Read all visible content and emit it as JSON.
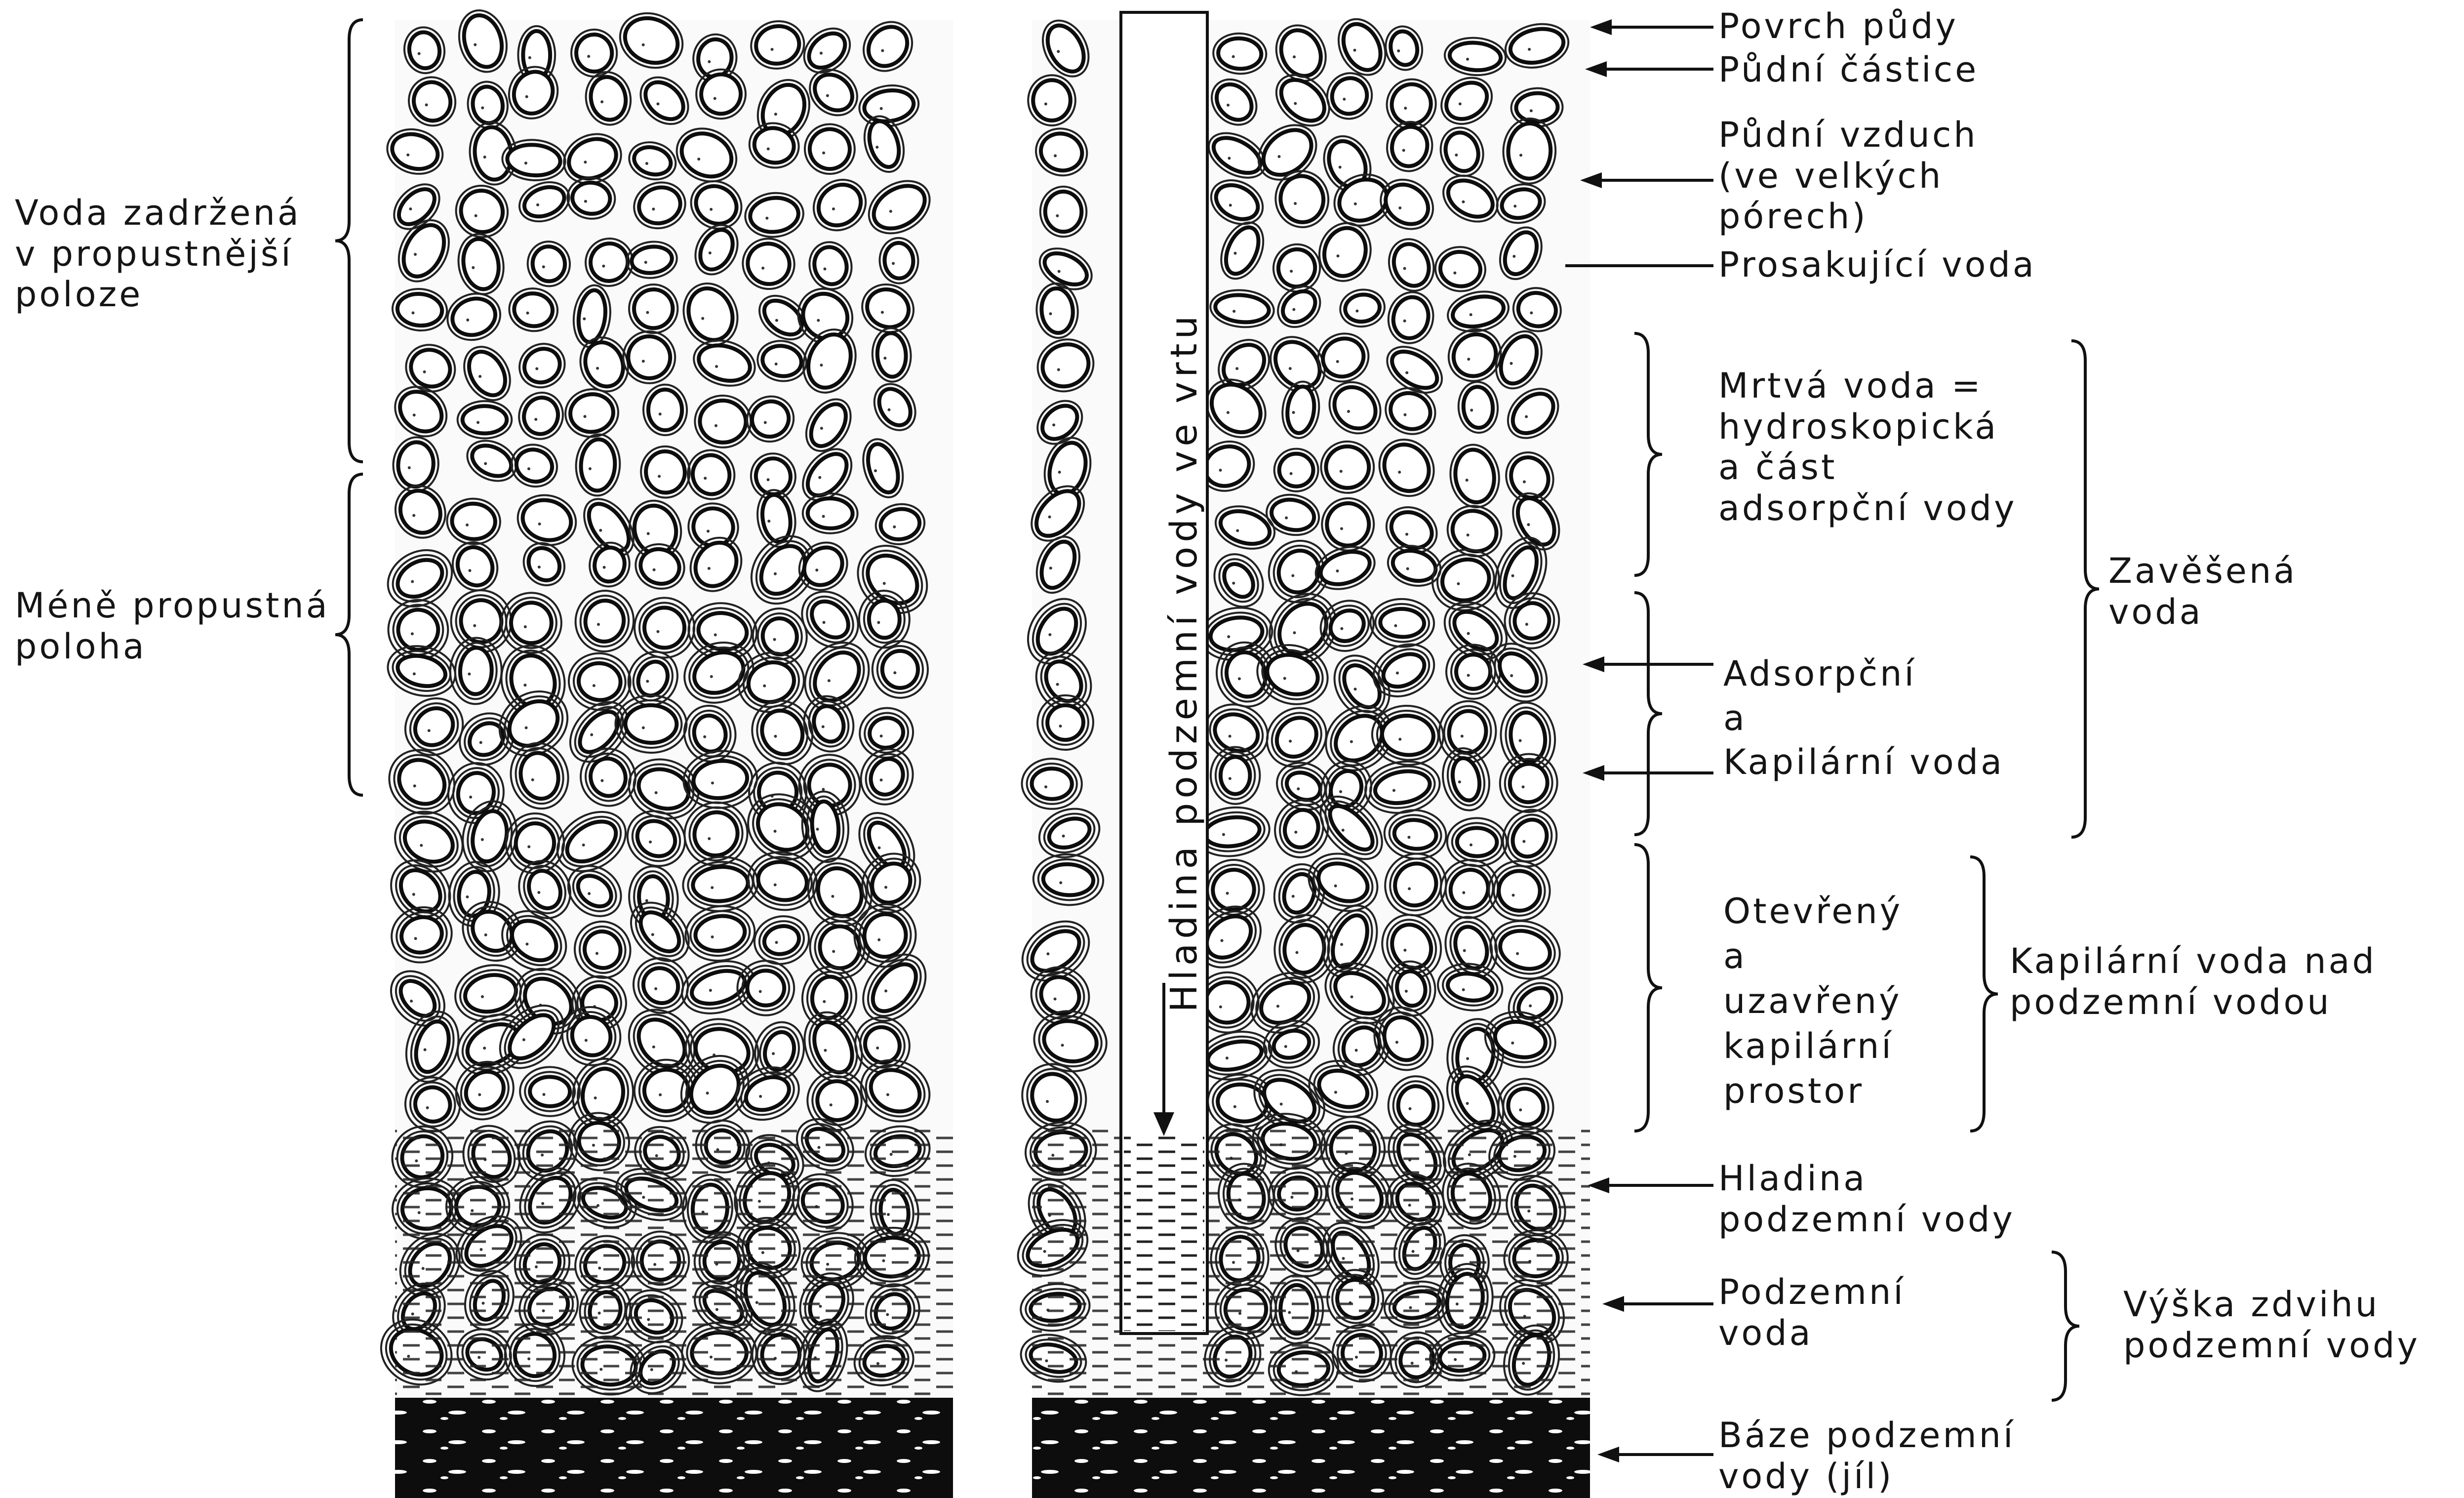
{
  "left_labels": [
    {
      "id": "retained-water",
      "lines": [
        "Voda zadržená",
        "v propustnější",
        "poloze"
      ]
    },
    {
      "id": "less-permeable-layer",
      "lines": [
        "Méně propustná",
        "poloha"
      ]
    }
  ],
  "borehole_label": "Hladina podzemní vody ve vrtu",
  "right_labels": [
    {
      "id": "soil-surface",
      "lines": [
        "Povrch půdy"
      ]
    },
    {
      "id": "soil-particles",
      "lines": [
        "Půdní částice"
      ]
    },
    {
      "id": "soil-air",
      "lines": [
        "Půdní vzduch",
        "(ve velkých",
        "pórech)"
      ]
    },
    {
      "id": "percolating-water",
      "lines": [
        "Prosakující voda"
      ]
    },
    {
      "id": "dead-water",
      "lines": [
        "Mrtvá voda =",
        "hydroskopická",
        "a část",
        "adsorpční vody"
      ]
    },
    {
      "id": "adsorption-capillary-water",
      "lines": [
        "Adsorpční",
        "a",
        "Kapilární voda"
      ]
    },
    {
      "id": "open-closed-capillary-space",
      "lines": [
        "Otevřený",
        "a",
        "uzavřený",
        "kapilární",
        "prostor"
      ]
    },
    {
      "id": "groundwater-table",
      "lines": [
        "Hladina",
        "podzemní vody"
      ]
    },
    {
      "id": "groundwater",
      "lines": [
        "Podzemní",
        "voda"
      ]
    },
    {
      "id": "groundwater-base",
      "lines": [
        "Báze podzemní",
        "vody (jíl)"
      ]
    }
  ],
  "far_right_labels": [
    {
      "id": "suspended-water",
      "lines": [
        "Zavěšená",
        "voda"
      ]
    },
    {
      "id": "capillary-above-groundwater",
      "lines": [
        "Kapilární voda nad",
        "podzemní vodou"
      ]
    },
    {
      "id": "rise-height",
      "lines": [
        "Výška zdvihu",
        "podzemní vody"
      ]
    }
  ]
}
